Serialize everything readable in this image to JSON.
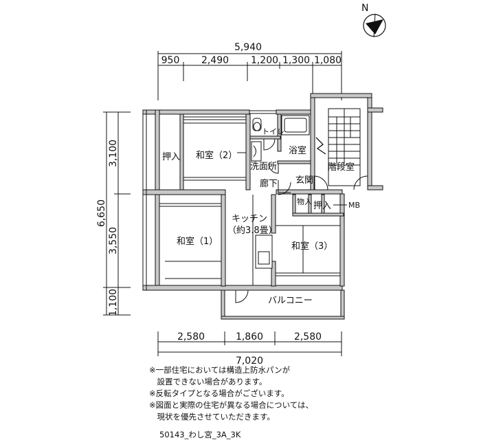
{
  "compass": {
    "north_letter": "N"
  },
  "dimensions": {
    "top_total": "5,940",
    "top_segments": [
      "950",
      "2,490",
      "1,200",
      "1,300",
      "1,080"
    ],
    "left_total": "6,650",
    "left_segments": [
      "3,100",
      "3,550",
      "1,100"
    ],
    "bottom_segments": [
      "2,580",
      "1,860",
      "2,580"
    ],
    "bottom_total": "7,020"
  },
  "rooms": {
    "oshiire_left": "押入",
    "washitsu_2": "和室（2）",
    "toilet": "トイレ",
    "bath": "浴室",
    "senmenjo": "洗面所",
    "kaidanshitsu": "階段室",
    "rouka": "廊下",
    "genkan": "玄関",
    "monoire": "物入",
    "oshiire_right": "押入",
    "mb": "MB",
    "kitchen_line1": "キッチン",
    "kitchen_line2": "（約3.8畳）",
    "washitsu_1": "和室（1）",
    "washitsu_3": "和室（3）",
    "balcony": "バルコニー"
  },
  "notes": [
    "※一部住宅においては構造上防水パンが",
    "　設置できない場合があります。",
    "※反転タイプとなる場合がございます。",
    "※図面と実際の住宅が異なる場合については、",
    "　現状を優先させていただきます。"
  ],
  "plan_code": "50143_わし宮_3A_3K"
}
